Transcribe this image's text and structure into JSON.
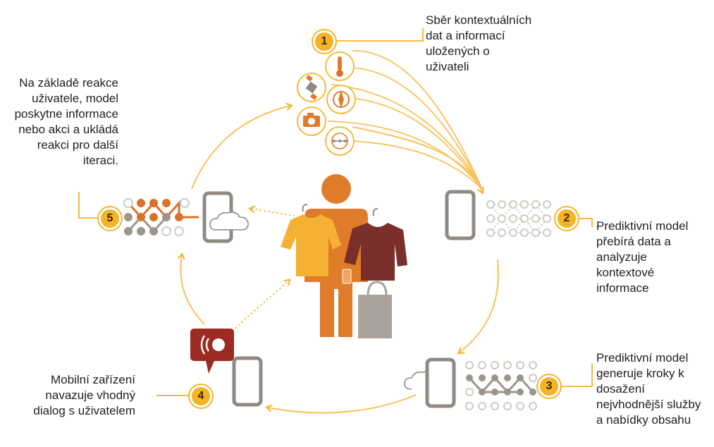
{
  "steps": [
    {
      "number": "1",
      "text": "Sběr kontextuálních\ndat a informací\nuložených o\nuživateli"
    },
    {
      "number": "2",
      "text": "Prediktivní model\npřebírá data a\nanalyzuje\nkontextové\ninformace"
    },
    {
      "number": "3",
      "text": "Prediktivní model\ngeneruje kroky k\ndosažení\nnejvhodnější služby\na nabídky obsahu"
    },
    {
      "number": "4",
      "text": "Mobilní zařízení\nnavazuje vhodný\ndialog s uživatelem"
    },
    {
      "number": "5",
      "text": "Na základě reakce\nuživatele, model\nposkytne informace\nnebo akci a ukládá\nreakci pro další\niteraci."
    }
  ],
  "colors": {
    "accent": "#f5b325",
    "arrow": "#f7c25a",
    "person": "#e07b2a",
    "shirt_yellow": "#f5b133",
    "shirt_maroon": "#7a2f2a",
    "bag": "#a9a39b",
    "phone": "#8f8a84",
    "node_orange": "#d9722b",
    "node_gray": "#9c958d",
    "node_light": "#cfcac4",
    "speech": "#9b2b23"
  },
  "icons": [
    "thermometer-icon",
    "satellite-icon",
    "compass-icon",
    "camera-icon",
    "network-icon"
  ]
}
